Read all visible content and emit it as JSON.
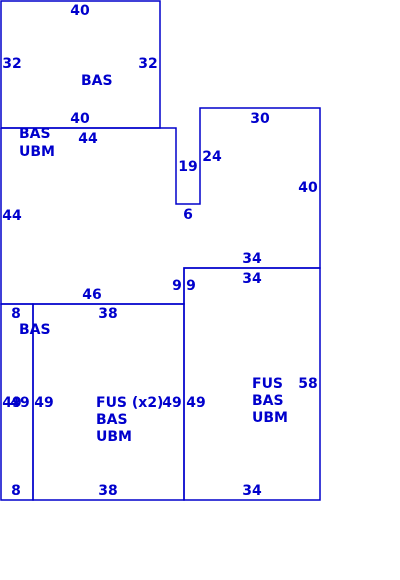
{
  "colors": {
    "line": "#0000cc",
    "text": "#0000cc",
    "background": "#ffffff"
  },
  "dimensions": {
    "top_section": {
      "top": "40",
      "left": "32",
      "right": "32",
      "bottom": "40"
    },
    "middle_section": {
      "top": "44",
      "left": "44",
      "bottom": "46",
      "notch_left": "19",
      "notch_bottom": "6",
      "notch_right": "24"
    },
    "right_section": {
      "top": "30",
      "right": "40",
      "bottom": "34"
    },
    "narrow_strip": {
      "top": "8",
      "left": "49",
      "right": "49",
      "bottom": "8"
    },
    "center_lower": {
      "top": "38",
      "right": "49",
      "bottom": "38"
    },
    "right_lower": {
      "top": "34",
      "left": "49",
      "left_top": "9",
      "right": "58",
      "bottom": "34"
    },
    "junction": {
      "left": "9"
    }
  },
  "areas": {
    "top": {
      "line1": "BAS"
    },
    "middle": {
      "line1": "BAS",
      "line2": "UBM"
    },
    "strip": {
      "line1": "BAS"
    },
    "center_lower": {
      "line1": "FUS (x2)",
      "line2": "BAS",
      "line3": "UBM"
    },
    "right_lower": {
      "line1": "FUS",
      "line2": "BAS",
      "line3": "UBM"
    }
  }
}
